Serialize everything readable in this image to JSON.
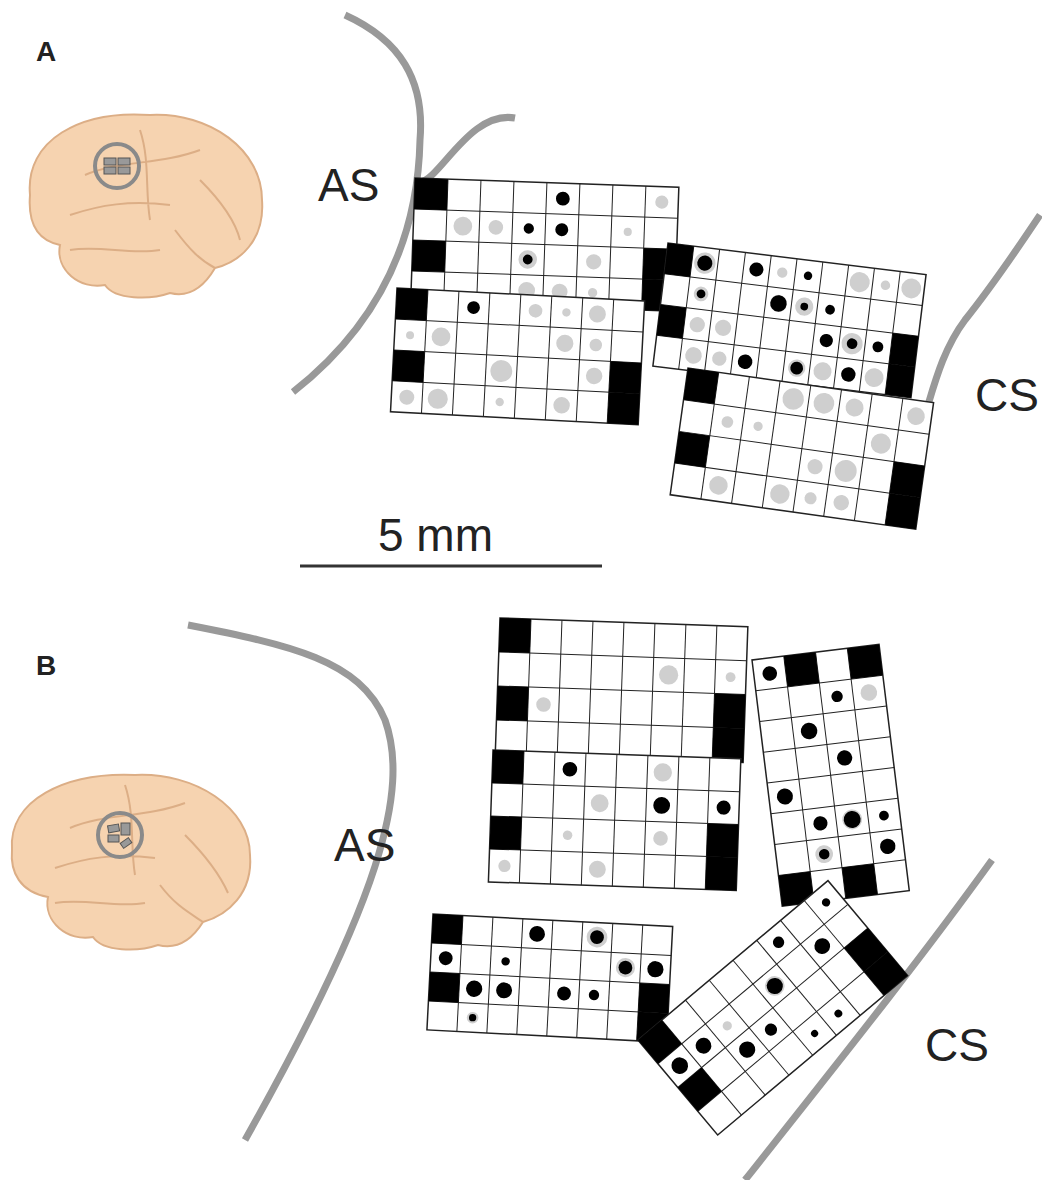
{
  "diagram": {
    "labels": [
      "A",
      "AS",
      "CS",
      "5 mm",
      "B",
      "AS",
      "CS"
    ]
  }
}
